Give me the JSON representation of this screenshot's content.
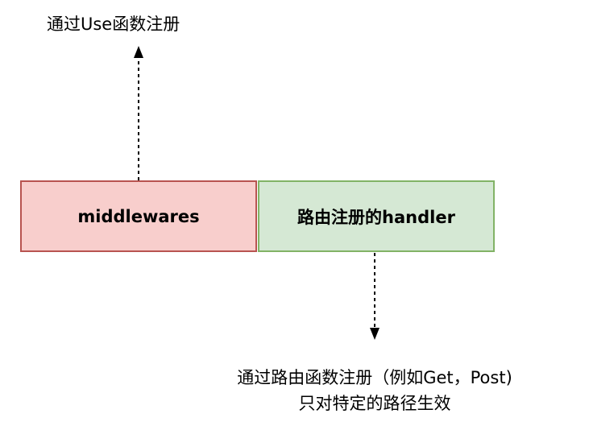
{
  "labels": {
    "top": "通过Use函数注册",
    "bottom_line1": "通过路由函数注册（例如Get，Post)",
    "bottom_line2": "只对特定的路径生效"
  },
  "boxes": {
    "middlewares": "middlewares",
    "handler": "路由注册的handler"
  },
  "colors": {
    "red_fill": "#f8cecc",
    "red_border": "#b85450",
    "green_fill": "#d5e8d4",
    "green_border": "#82b366"
  }
}
